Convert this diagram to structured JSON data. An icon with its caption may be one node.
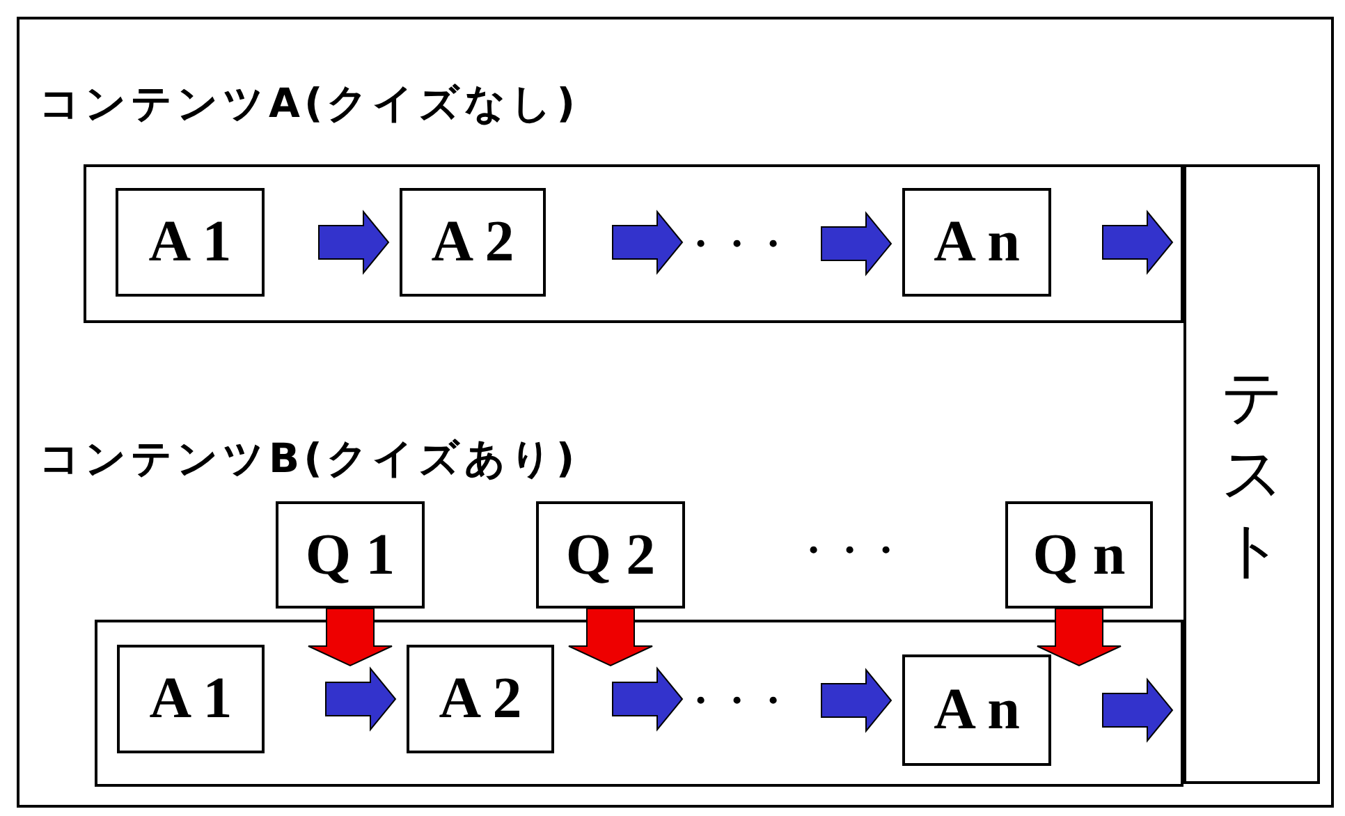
{
  "diagram": {
    "nodes": [
      {
        "text": [
          "コンテンツA(クイズなし)"
        ]
      },
      {
        "text": [
          "A 1"
        ],
        "in": 0
      },
      {
        "text": [
          "A 2"
        ],
        "in": 0
      },
      {
        "text": [
          "・・・"
        ],
        "in": 0
      },
      {
        "text": [
          "A n"
        ],
        "in": 0
      },
      {
        "text": [
          "テスト"
        ]
      },
      {
        "text": [],
        "shape": "box"
      },
      {
        "text": [
          "A 1"
        ],
        "in": 6
      },
      {
        "text": [
          "A 2"
        ],
        "in": 6
      },
      {
        "text": [
          "・・・"
        ],
        "in": 6
      },
      {
        "text": [
          "A n"
        ],
        "in": 6
      },
      {
        "text": [
          "Q 1"
        ]
      },
      {
        "text": [
          "Q 2"
        ]
      },
      {
        "text": [
          "Q n"
        ]
      }
    ],
    "edges": [
      {
        "from": 1,
        "to": 2,
        "arrow": "to"
      },
      {
        "from": 2,
        "to": 3,
        "arrow": "to"
      },
      {
        "from": 3,
        "to": 4,
        "arrow": "to"
      },
      {
        "from": 4,
        "to": 5,
        "arrow": "to"
      },
      {
        "from": 7,
        "to": 8,
        "arrow": "to"
      },
      {
        "from": 8,
        "to": 9,
        "arrow": "to"
      },
      {
        "from": 9,
        "to": 10,
        "arrow": "to"
      },
      {
        "from": 10,
        "to": 5,
        "arrow": "to"
      },
      {
        "from": 11,
        "to": null,
        "arrow": "to",
        "color": "#ee0000"
      },
      {
        "from": 12,
        "to": null,
        "arrow": "to",
        "color": "#ee0000"
      },
      {
        "from": 13,
        "to": null,
        "arrow": "to",
        "color": "#ee0000"
      }
    ],
    "labels": [
      "コンテンツB(クイズあり)",
      "・・・"
    ]
  }
}
